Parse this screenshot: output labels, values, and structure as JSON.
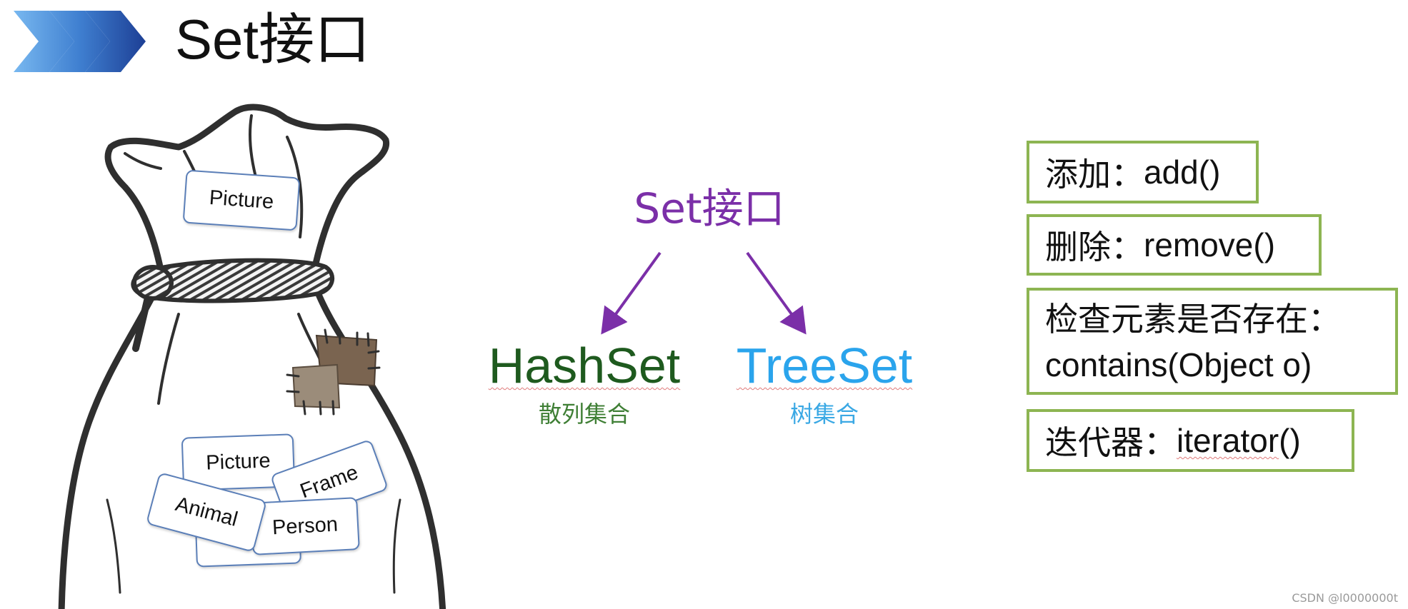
{
  "header": {
    "title": "Set接口",
    "chevron_icon": "chevron-arrows-icon"
  },
  "illustration": {
    "icon": "sack-icon",
    "cards": {
      "picture_top": "Picture",
      "picture_bottom": "Picture",
      "frame": "Frame",
      "animal": "Animal",
      "person": "Person"
    },
    "colors": {
      "outline": "#2f2f2f",
      "card_border": "#5b7fb8",
      "patch_dark": "#7a6450",
      "patch_light": "#9b8c7a"
    }
  },
  "diagram": {
    "root": {
      "label": "Set接口",
      "color": "#7b2fa8"
    },
    "children": [
      {
        "label": "HashSet",
        "subtitle": "散列集合",
        "color": "#1e5a1e",
        "subtitle_color": "#3f7f35"
      },
      {
        "label": "TreeSet",
        "subtitle": "树集合",
        "color": "#2aa4ec",
        "subtitle_color": "#3aa8e4"
      }
    ]
  },
  "methods": [
    {
      "name": "添加：",
      "call": "add()"
    },
    {
      "name": "删除：",
      "call": "remove()"
    },
    {
      "name": "检查元素是否存在：",
      "call": "contains(Object o)"
    },
    {
      "name": "迭代器：",
      "call": "iterator",
      "call_suffix": "()"
    }
  ],
  "box_border_color": "#8db552",
  "watermark": "CSDN @l0000000t"
}
